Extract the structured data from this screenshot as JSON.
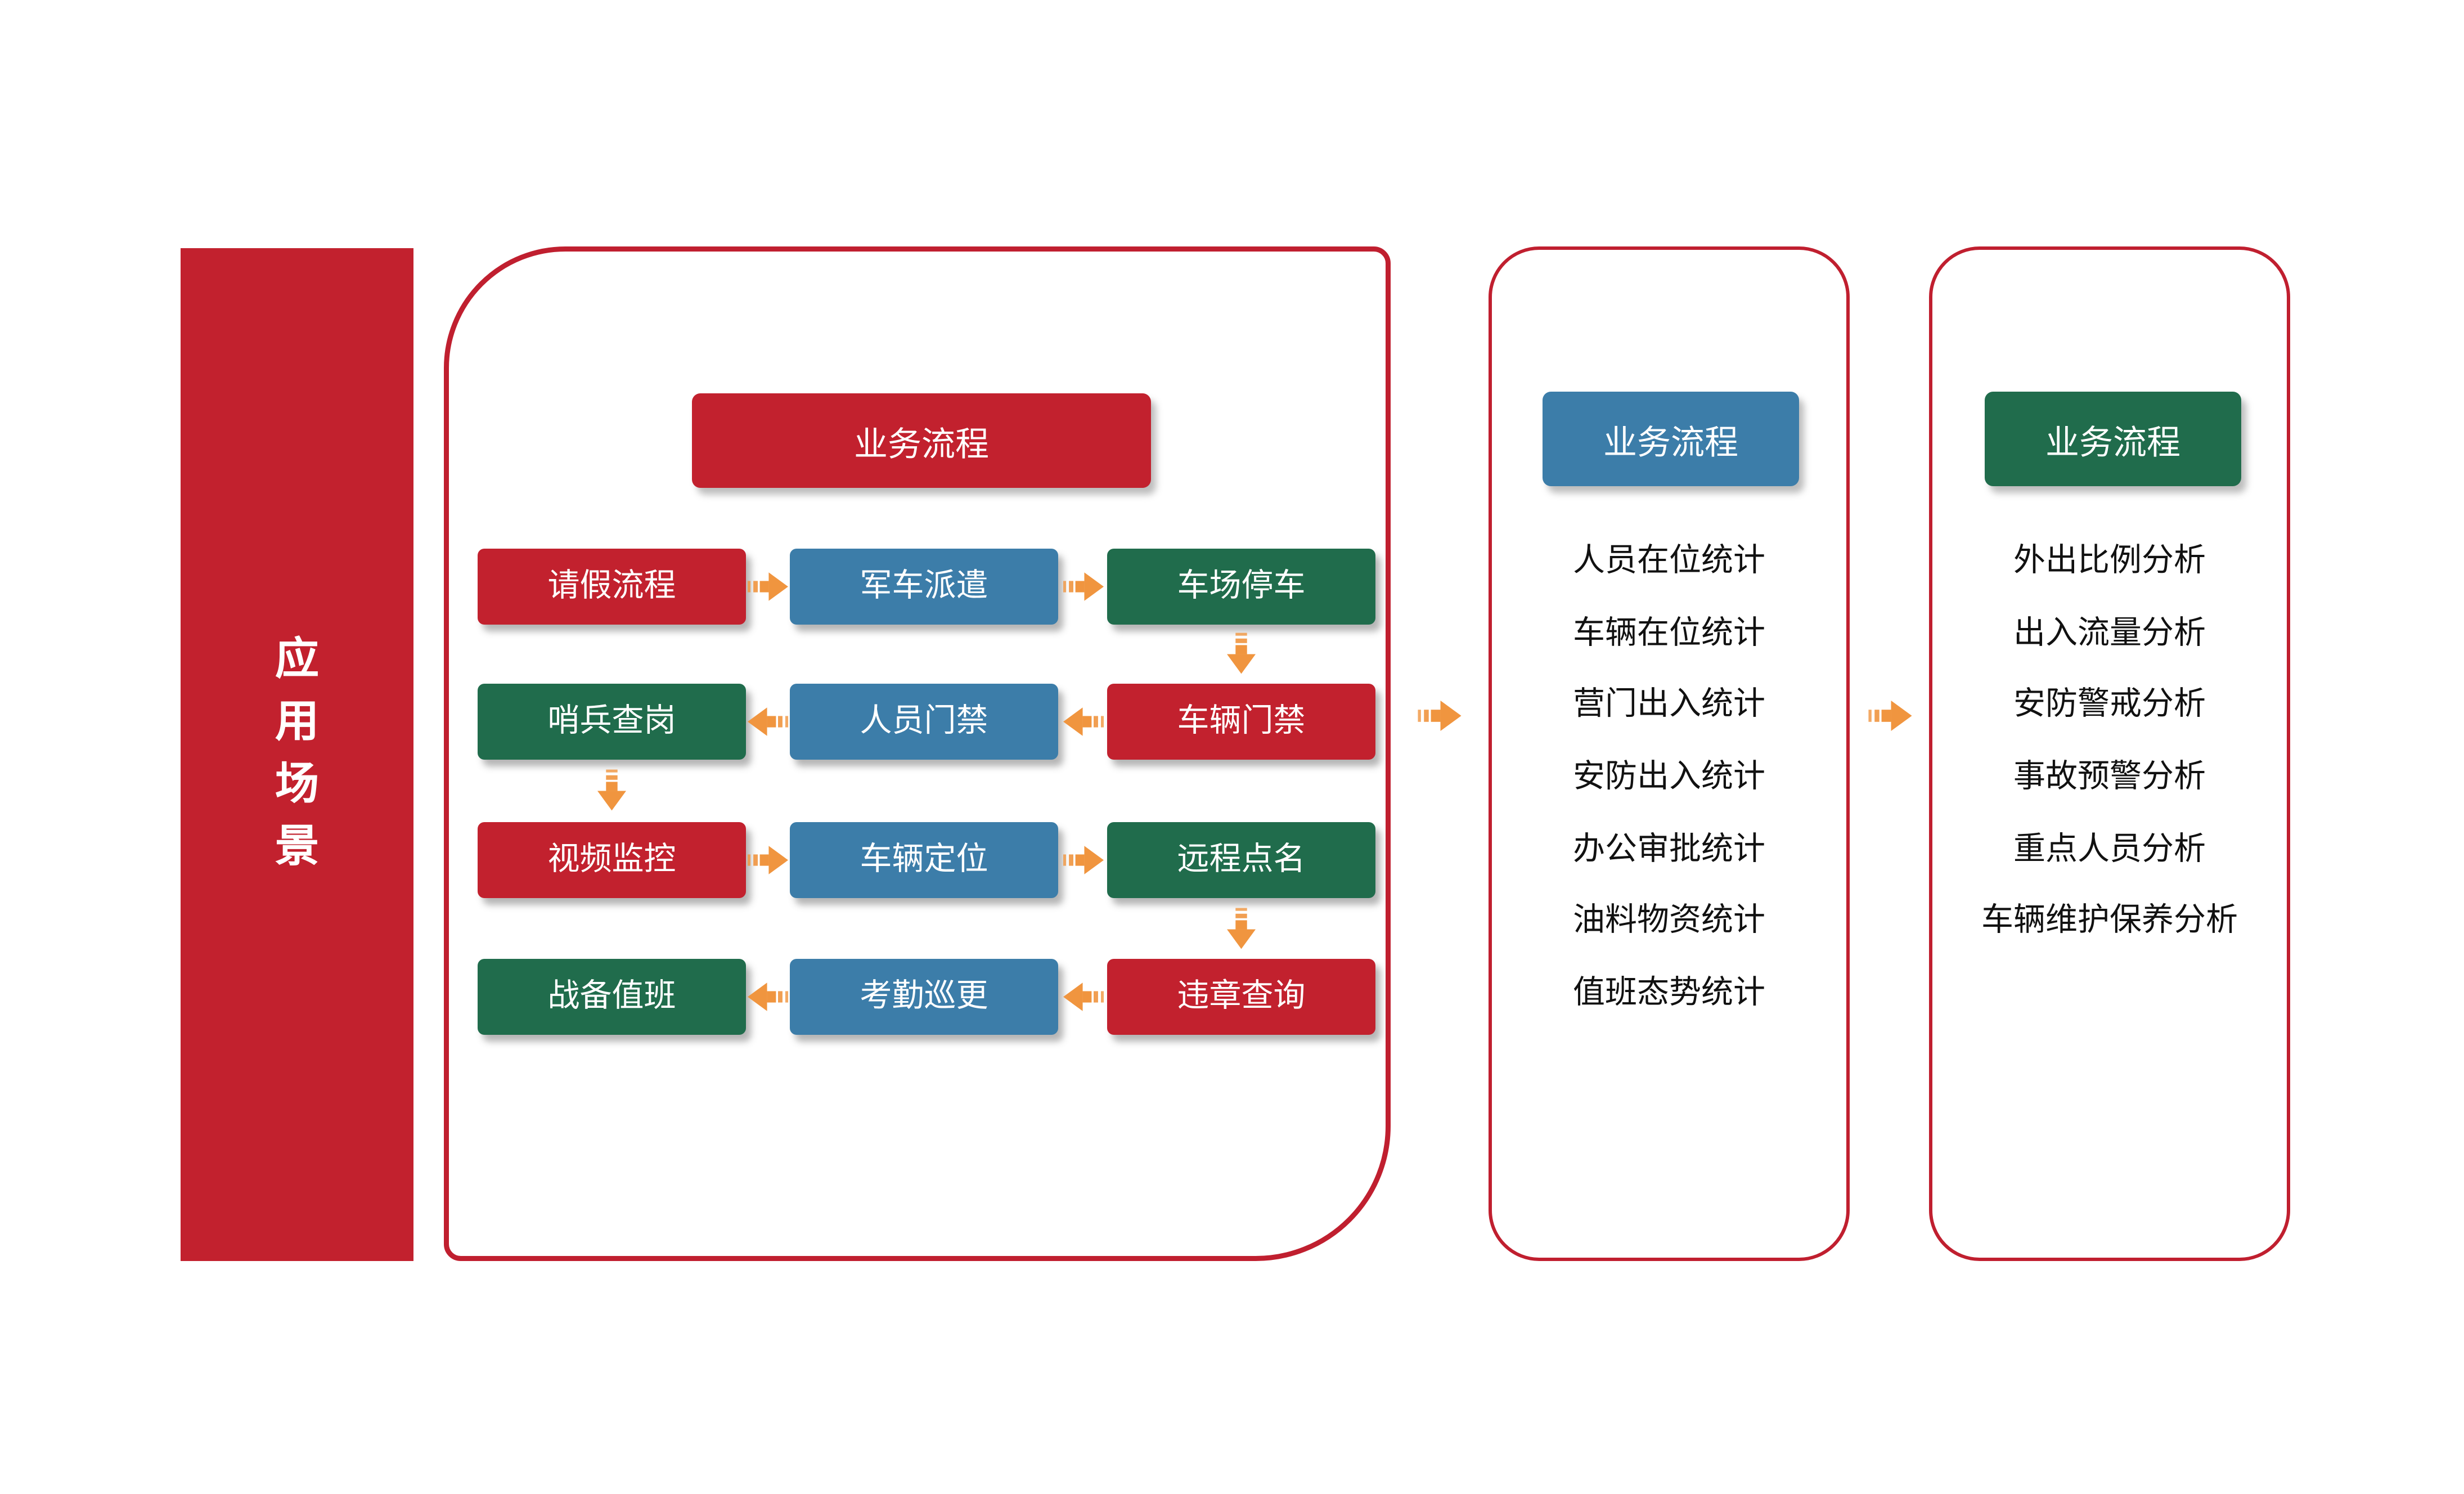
{
  "colors": {
    "red": "#C2212E",
    "blue": "#3C7DA9",
    "green": "#206C4C",
    "orange": "#F0953F",
    "panel_border": "#C01F2F",
    "list_text": "#111111"
  },
  "left_banner": {
    "label": "应用场景"
  },
  "flow_panel": {
    "header": "业务流程",
    "boxes": [
      {
        "label": "请假流程",
        "color": "red"
      },
      {
        "label": "军车派遣",
        "color": "blue"
      },
      {
        "label": "车场停车",
        "color": "green"
      },
      {
        "label": "哨兵查岗",
        "color": "green"
      },
      {
        "label": "人员门禁",
        "color": "blue"
      },
      {
        "label": "车辆门禁",
        "color": "red"
      },
      {
        "label": "视频监控",
        "color": "red"
      },
      {
        "label": "车辆定位",
        "color": "blue"
      },
      {
        "label": "远程点名",
        "color": "green"
      },
      {
        "label": "战备值班",
        "color": "green"
      },
      {
        "label": "考勤巡更",
        "color": "blue"
      },
      {
        "label": "违章查询",
        "color": "red"
      }
    ]
  },
  "stats_panel": {
    "header": "业务流程",
    "items": [
      "人员在位统计",
      "车辆在位统计",
      "营门出入统计",
      "安防出入统计",
      "办公审批统计",
      "油料物资统计",
      "值班态势统计"
    ]
  },
  "analysis_panel": {
    "header": "业务流程",
    "items": [
      "外出比例分析",
      "出入流量分析",
      "安防警戒分析",
      "事故预警分析",
      "重点人员分析",
      "车辆维护保养分析"
    ]
  }
}
